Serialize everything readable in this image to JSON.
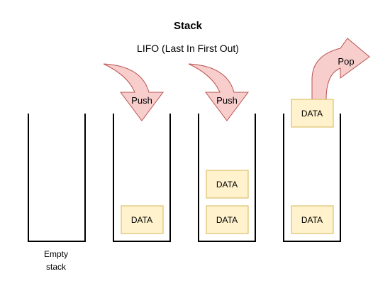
{
  "title": "Stack",
  "subtitle": "LIFO (Last In First Out)",
  "colors": {
    "data_fill": "#fff2cc",
    "data_stroke": "#d6b656",
    "arrow_fill": "#f8cecc",
    "arrow_stroke": "#b85450",
    "wall": "#000000"
  },
  "stacks": [
    {
      "caption_line1": "Empty",
      "caption_line2": "stack",
      "items": []
    },
    {
      "arrow_label": "Push",
      "items": [
        "DATA"
      ]
    },
    {
      "arrow_label": "Push",
      "items": [
        "DATA",
        "DATA"
      ]
    },
    {
      "arrow_label": "Pop",
      "popped": "DATA",
      "items": [
        "DATA"
      ]
    }
  ]
}
